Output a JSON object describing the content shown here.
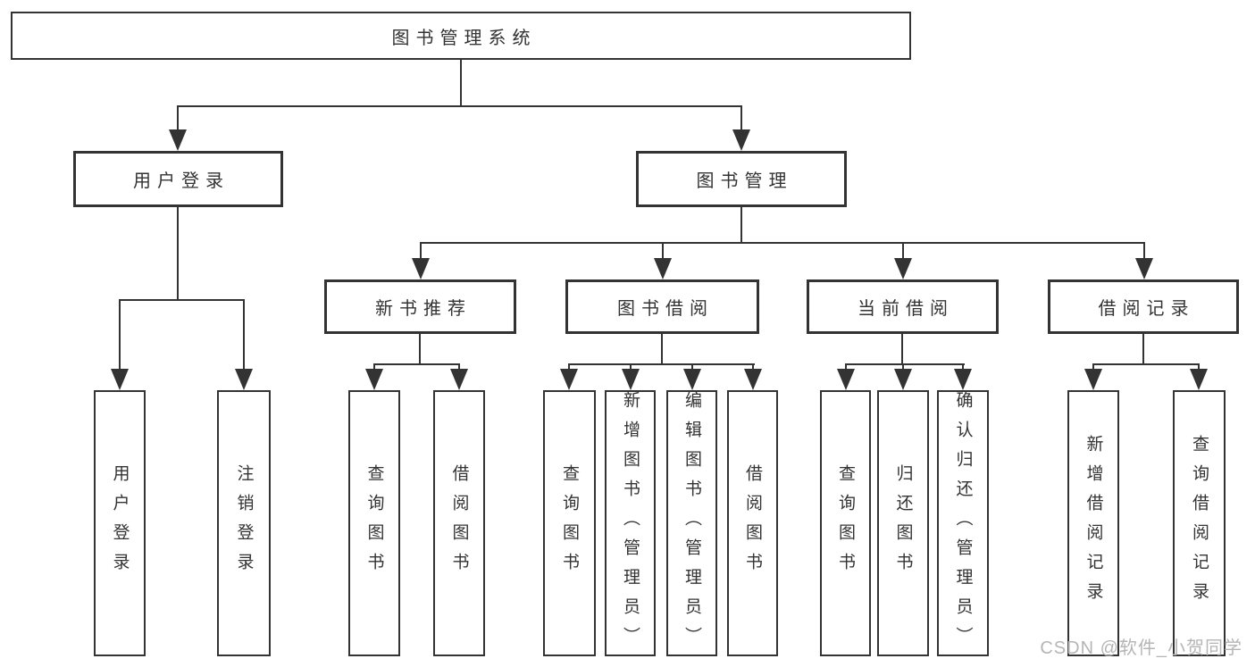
{
  "diagram": {
    "root_label": "图书管理系统",
    "level2": {
      "user_login": "用户登录",
      "book_management": "图书管理"
    },
    "level3": {
      "new_book_recommend": "新书推荐",
      "book_borrow": "图书借阅",
      "current_borrow": "当前借阅",
      "borrow_records": "借阅记录"
    },
    "level4": {
      "user_login_children": [
        "用户登录",
        "注销登录"
      ],
      "new_book_children": [
        "查询图书",
        "借阅图书"
      ],
      "book_borrow_children": [
        "查询图书",
        "新增图书（管理员）",
        "编辑图书（管理员）",
        "借阅图书"
      ],
      "current_borrow_children": [
        "查询图书",
        "归还图书",
        "确认归还（管理员）"
      ],
      "borrow_records_children": [
        "新增借阅记录",
        "查询借阅记录"
      ]
    },
    "watermark": "CSDN @软件_小贺同学"
  },
  "colors": {
    "line": "#333333",
    "text": "#333333",
    "background": "#ffffff",
    "watermark": "#b5b5b5"
  }
}
